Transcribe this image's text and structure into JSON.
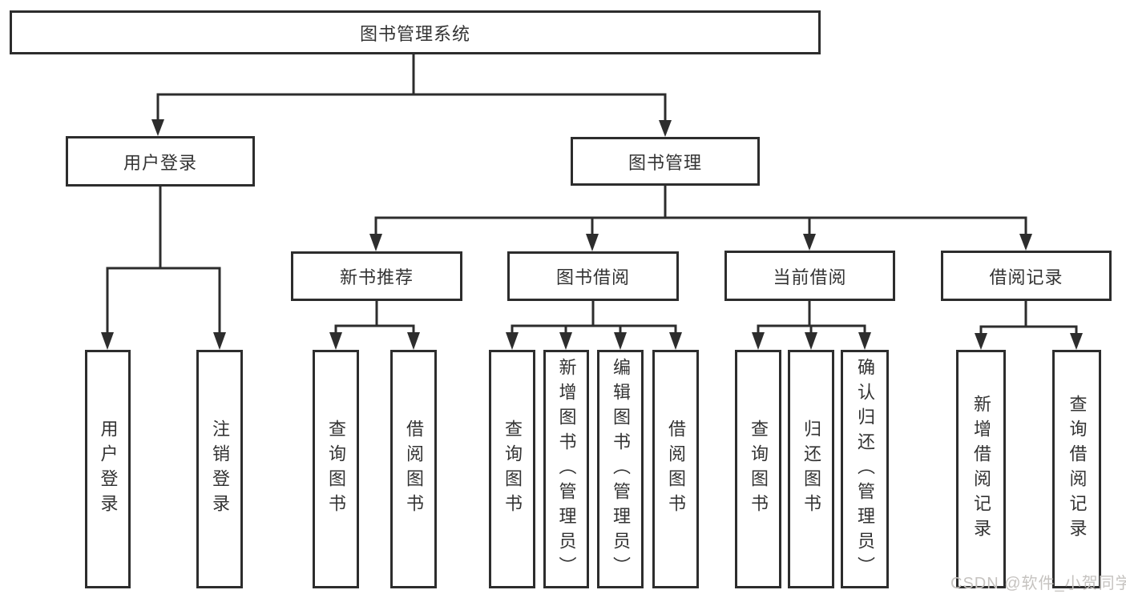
{
  "tree": {
    "label": "图书管理系统",
    "children": [
      {
        "label": "用户登录",
        "children": [
          {
            "label": "用户登录"
          },
          {
            "label": "注销登录"
          }
        ]
      },
      {
        "label": "图书管理",
        "children": [
          {
            "label": "新书推荐",
            "children": [
              {
                "label": "查询图书"
              },
              {
                "label": "借阅图书"
              }
            ]
          },
          {
            "label": "图书借阅",
            "children": [
              {
                "label": "查询图书"
              },
              {
                "label": "新增图书（管理员）"
              },
              {
                "label": "编辑图书（管理员）"
              },
              {
                "label": "借阅图书"
              }
            ]
          },
          {
            "label": "当前借阅",
            "children": [
              {
                "label": "查询图书"
              },
              {
                "label": "归还图书"
              },
              {
                "label": "确认归还（管理员）"
              }
            ]
          },
          {
            "label": "借阅记录",
            "children": [
              {
                "label": "新增借阅记录"
              },
              {
                "label": "查询借阅记录"
              }
            ]
          }
        ]
      }
    ]
  },
  "watermark": {
    "text": "CSDN @软件_小贺同学"
  },
  "colors": {
    "line": "#2d2d2d",
    "text": "#333333",
    "watermark": "#c6c3c0",
    "background": "#ffffff"
  }
}
